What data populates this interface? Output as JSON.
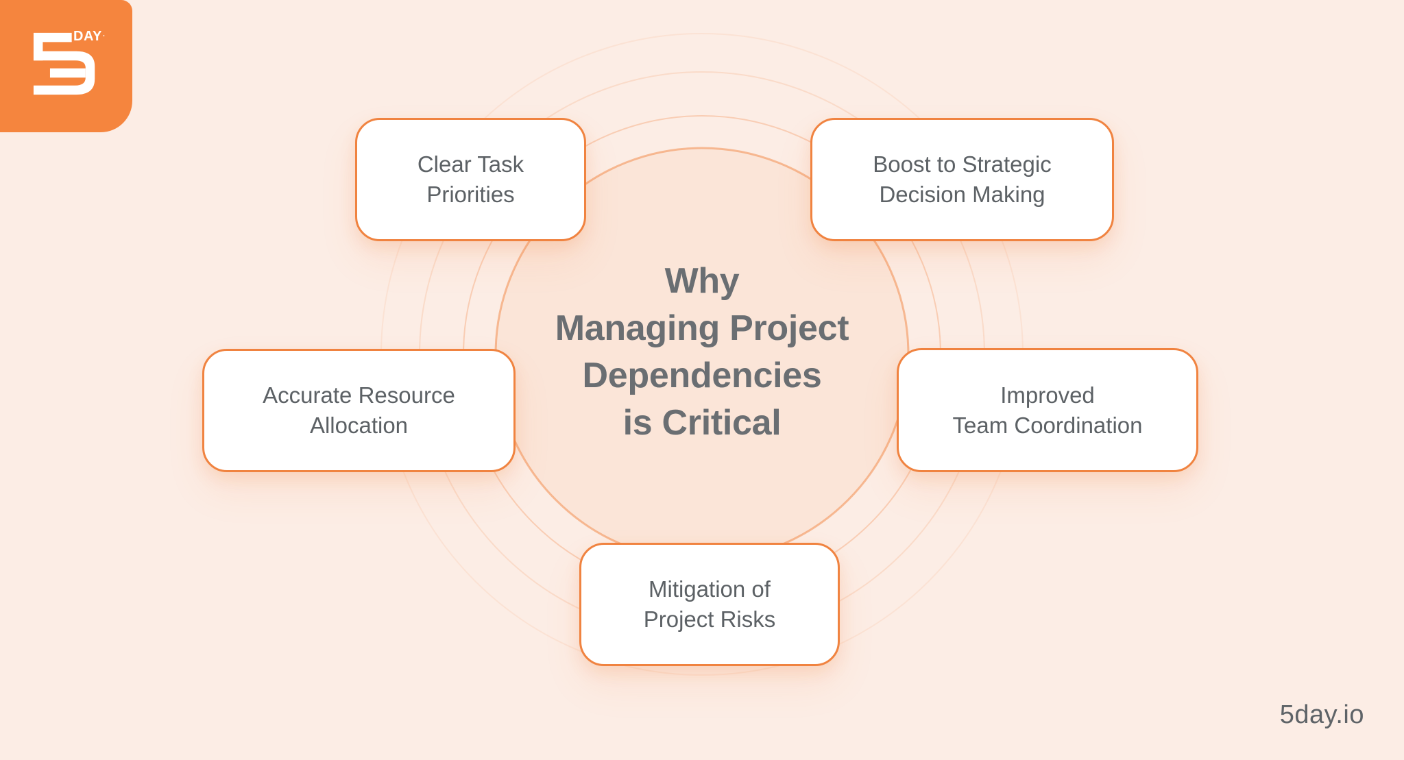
{
  "page": {
    "background_color": "#fcede5",
    "accent_color": "#f08340",
    "inner_circle_tint": "rgba(247,166,120,0.11)",
    "text_gray": "#5c6165"
  },
  "logo": {
    "number": "5",
    "word": "DAY",
    "mark": ".",
    "background_color": "#f5853e"
  },
  "center_title": {
    "line1": "Why",
    "line2": "Managing Project",
    "line3": "Dependencies",
    "line4": "is Critical"
  },
  "benefits": [
    {
      "line1": "Clear Task",
      "line2": "Priorities"
    },
    {
      "line1": "Boost to Strategic",
      "line2": "Decision Making"
    },
    {
      "line1": "Accurate Resource",
      "line2": "Allocation"
    },
    {
      "line1": "Improved",
      "line2": "Team Coordination"
    },
    {
      "line1": "Mitigation of",
      "line2": "Project Risks"
    }
  ],
  "footer": {
    "website": "5day.io"
  }
}
